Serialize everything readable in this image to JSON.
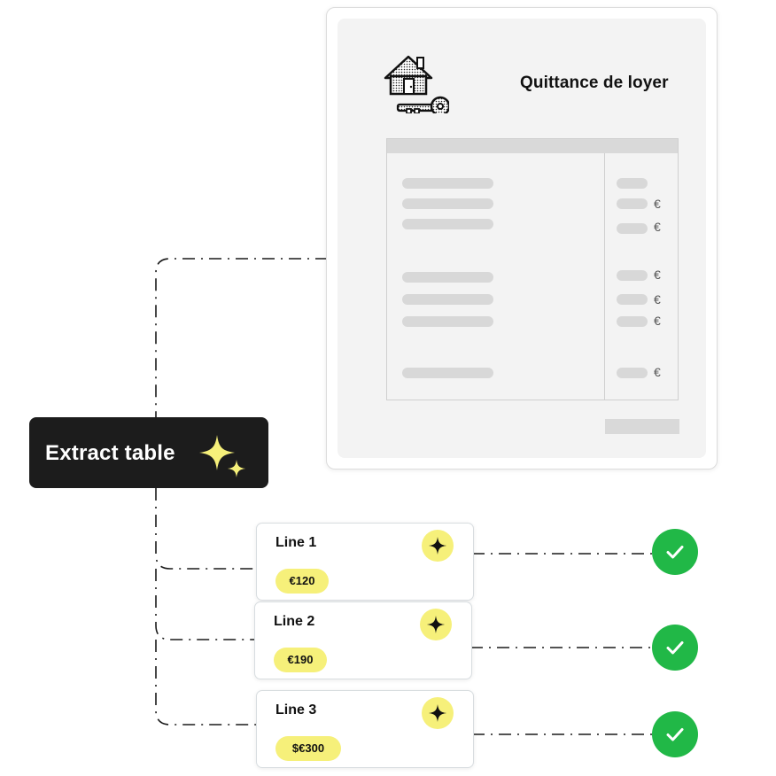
{
  "document": {
    "title": "Quittance de loyer",
    "logo_icon": "house-key-icon",
    "currency_symbol": "€",
    "euro_marks": [
      "€",
      "€",
      "€",
      "€",
      "€",
      "€"
    ]
  },
  "action": {
    "label": "Extract table",
    "icon": "sparkle-icon"
  },
  "lines": [
    {
      "label": "Line 1",
      "amount": "€120",
      "status_icon": "check-icon",
      "badge_icon": "sparkle-icon"
    },
    {
      "label": "Line 2",
      "amount": "€190",
      "status_icon": "check-icon",
      "badge_icon": "sparkle-icon"
    },
    {
      "label": "Line 3",
      "amount": "$€300",
      "status_icon": "check-icon",
      "badge_icon": "sparkle-icon"
    }
  ],
  "colors": {
    "accent_yellow": "#f6f07a",
    "success_green": "#21b847",
    "button_dark": "#1c1c1c"
  }
}
